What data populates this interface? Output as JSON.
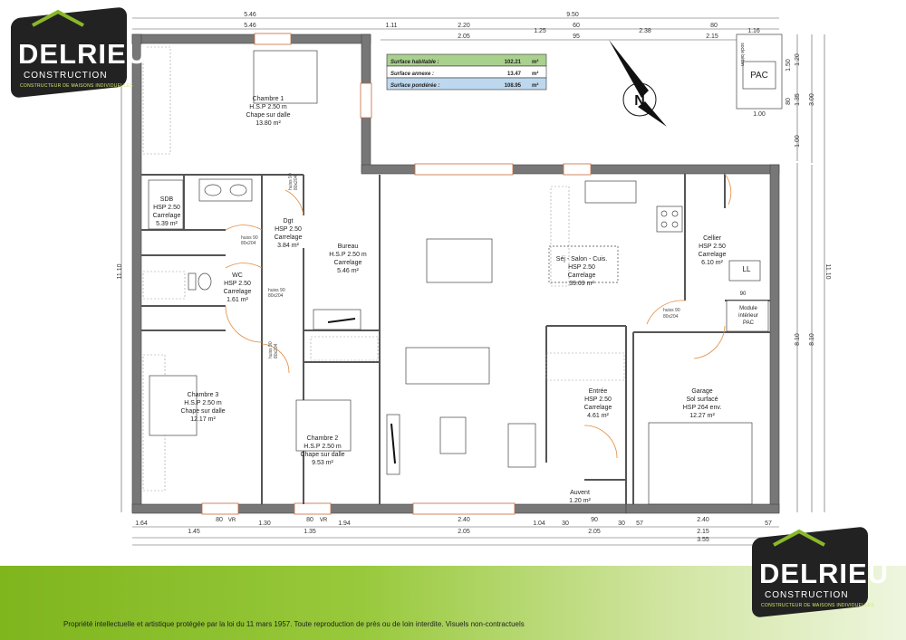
{
  "brand": {
    "name": "DELRIEU",
    "sub": "CONSTRUCTION",
    "tag": "CONSTRUCTEUR DE MAISONS INDIVIDUELLES",
    "color": "#222222",
    "accent": "#8ab82a"
  },
  "surfaces": [
    {
      "label": "Surface habitable :",
      "value": "102.21",
      "unit": "m²",
      "color": "#a9d18e"
    },
    {
      "label": "Surface annexe :",
      "value": "13.47",
      "unit": "m²",
      "color": "#ffffff"
    },
    {
      "label": "Surface pondérée :",
      "value": "108.95",
      "unit": "m²",
      "color": "#bdd7ee"
    }
  ],
  "rooms": {
    "chambre1": [
      "Chambre 1",
      "H.S.P 2.50 m",
      "Chape sur dalle",
      "13.80 m²"
    ],
    "sdb": [
      "SDB",
      "HSP 2.50",
      "Carrelage",
      "5.39 m²"
    ],
    "dgt": [
      "Dgt",
      "HSP 2.50",
      "Carrelage",
      "3.84 m²"
    ],
    "bureau": [
      "Bureau",
      "H.S.P 2.50 m",
      "Carrelage",
      "5.46 m²"
    ],
    "wc": [
      "WC",
      "HSP 2.50",
      "Carrelage",
      "1.61 m²"
    ],
    "sejour": [
      "Séj - Salon - Cuis.",
      "HSP 2.50",
      "Carrelage",
      "39.69 m²"
    ],
    "cellier": [
      "Cellier",
      "HSP 2.50",
      "Carrelage",
      "6.10 m²"
    ],
    "chambre3": [
      "Chambre 3",
      "H.S.P 2.50 m",
      "Chape sur dalle",
      "12.17 m²"
    ],
    "chambre2": [
      "Chambre 2",
      "H.S.P 2.50 m",
      "Chape sur dalle",
      "9.53 m²"
    ],
    "entree": [
      "Entrée",
      "HSP 2.50",
      "Carrelage",
      "4.61 m²"
    ],
    "garage": [
      "Garage",
      "Sol surfacé",
      "HSP 264 env.",
      "12.27 m²"
    ],
    "auvent": [
      "Auvent",
      "1.20 m²"
    ]
  },
  "labels": {
    "pac": "PAC",
    "socle": "socle béton",
    "ll": "LL",
    "module": [
      "Module",
      "intérieur",
      "PAC"
    ],
    "n90": "90",
    "vr": "VR"
  },
  "doors": {
    "a": "huiss 90",
    "b": "80x204"
  },
  "dims": {
    "top1": [
      "5.46",
      "9.50"
    ],
    "top2": [
      "5.46",
      "1.11",
      "2.20",
      "60",
      "1.25",
      "2.38",
      "80",
      "1.16"
    ],
    "top3": [
      "2.05",
      "95",
      "2.15"
    ],
    "left": "11.10",
    "right": [
      "11.10",
      "8.10",
      "8.10",
      "3.00",
      "1.35",
      "1.20",
      "1.00",
      "80",
      "1.50"
    ],
    "pac_w": "1.00",
    "bot1": [
      "1.64",
      "80",
      "1.30",
      "80",
      "1.94",
      "2.40",
      "1.04",
      "30",
      "90",
      "30",
      "57",
      "2.40",
      "57"
    ],
    "bot2": [
      "1.45",
      "1.35",
      "2.05",
      "2.05",
      "2.15"
    ],
    "bot3": "3.55"
  },
  "footer": "Propriété intellectuelle et artistique protégée par la loi du 11 mars 1957. Toute reproduction de près ou de loin interdite. Visuels non-contractuels"
}
